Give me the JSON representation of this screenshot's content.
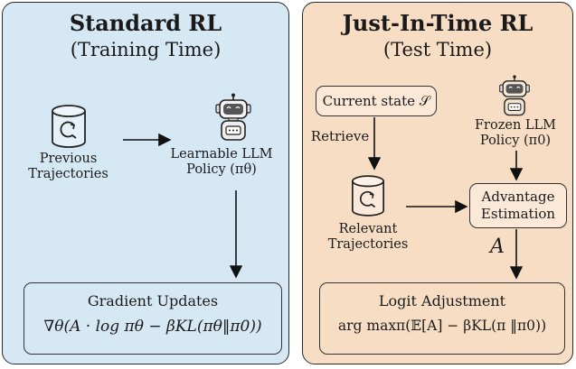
{
  "left_panel": {
    "title": "Standard RL",
    "subtitle": "(Training Time)",
    "prev_traj_line1": "Previous",
    "prev_traj_line2": "Trajectories",
    "policy_line1": "Learnable LLM",
    "policy_line2": "Policy (πθ)",
    "update_box_title": "Gradient Updates",
    "update_formula": "∇θ(A · log πθ − βKL(πθ‖π0))"
  },
  "right_panel": {
    "title": "Just-In-Time RL",
    "subtitle": "(Test Time)",
    "state_label": "Current state 𝒮",
    "retrieve_label": "Retrieve",
    "frozen_line1": "Frozen LLM",
    "frozen_line2": "Policy (π0)",
    "relevant_line1": "Relevant",
    "relevant_line2": "Trajectories",
    "advantage_line1": "Advantage",
    "advantage_line2": "Estimation",
    "a_label": "A",
    "logit_box_title": "Logit Adjustment",
    "logit_formula": "arg maxπ(𝔼[A] − βKL(π ‖π0))"
  },
  "colors": {
    "left_bg": "#d7e8f5",
    "right_bg": "#f8ddc5",
    "border": "#2b2b2b"
  },
  "icons": [
    "database-icon",
    "robot-icon",
    "arrow-icon"
  ]
}
